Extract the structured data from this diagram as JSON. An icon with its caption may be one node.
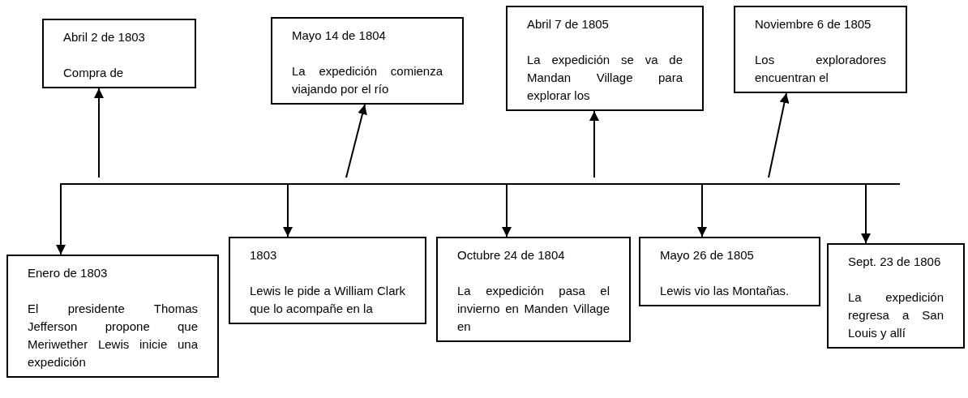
{
  "diagram": {
    "nodes": [
      {
        "text": [
          "Abril 2 de 1803",
          "Compra de"
        ]
      },
      {
        "text": [
          "Mayo 14 de 1804",
          "La expedición comienza viajando por el río"
        ]
      },
      {
        "text": [
          "Abril 7 de 1805",
          "La expedición se va de Mandan Village para explorar los"
        ]
      },
      {
        "text": [
          "Noviembre 6 de 1805",
          "Los exploradores encuentran el"
        ]
      },
      {
        "text": [
          "Enero de 1803",
          "El presidente Thomas Jefferson propone que Meriwether Lewis inicie una expedición"
        ]
      },
      {
        "text": [
          "1803",
          "Lewis le pide a William Clark que lo acompañe en la"
        ]
      },
      {
        "text": [
          "Octubre 24 de 1804",
          "La expedición pasa el invierno en Manden Village en"
        ]
      },
      {
        "text": [
          "Mayo 26 de 1805",
          "Lewis vio las Montañas."
        ]
      },
      {
        "text": [
          "Sept. 23 de 1806",
          "La expedición regresa a San Louis y allí"
        ]
      }
    ],
    "edges": [
      {
        "from": null,
        "to": 0,
        "arrow": "to"
      },
      {
        "from": null,
        "to": 1,
        "arrow": "to"
      },
      {
        "from": null,
        "to": 2,
        "arrow": "to"
      },
      {
        "from": null,
        "to": 3,
        "arrow": "to"
      },
      {
        "from": null,
        "to": 4,
        "arrow": "to"
      },
      {
        "from": null,
        "to": 5,
        "arrow": "to"
      },
      {
        "from": null,
        "to": 6,
        "arrow": "to"
      },
      {
        "from": null,
        "to": 7,
        "arrow": "to"
      },
      {
        "from": null,
        "to": 8,
        "arrow": "to"
      }
    ]
  }
}
